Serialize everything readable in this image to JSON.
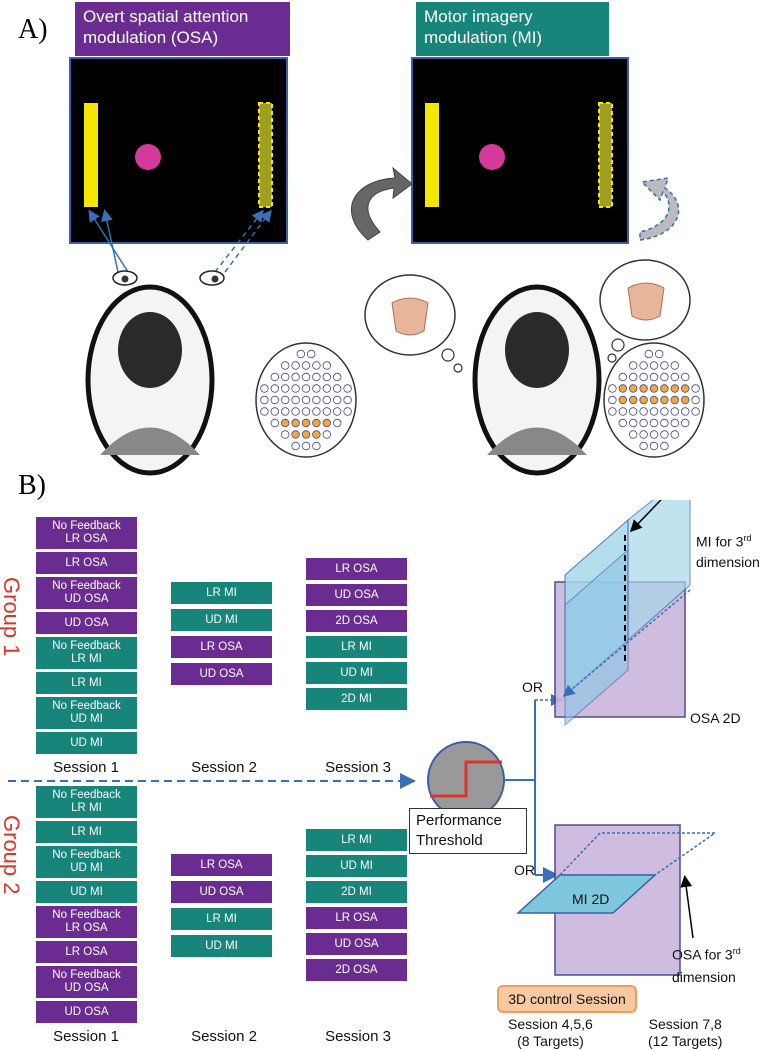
{
  "panel_a": {
    "label": "A)",
    "osa_title": [
      "Overt spatial attention",
      "modulation (OSA)"
    ],
    "mi_title": [
      "Motor imagery",
      "modulation (MI)"
    ]
  },
  "panel_b": {
    "label": "B)",
    "group1_label": "Group 1",
    "group2_label": "Group 2",
    "group1": {
      "session1": [
        {
          "lines": [
            "No Feedback",
            "LR OSA"
          ],
          "color": "purple"
        },
        {
          "lines": [
            "LR OSA"
          ],
          "color": "purple"
        },
        {
          "lines": [
            "No Feedback",
            "UD OSA"
          ],
          "color": "purple"
        },
        {
          "lines": [
            "UD OSA"
          ],
          "color": "purple"
        },
        {
          "lines": [
            "No Feedback",
            "LR MI"
          ],
          "color": "teal"
        },
        {
          "lines": [
            "LR MI"
          ],
          "color": "teal"
        },
        {
          "lines": [
            "No Feedback",
            "UD MI"
          ],
          "color": "teal"
        },
        {
          "lines": [
            "UD MI"
          ],
          "color": "teal"
        }
      ],
      "session2": [
        {
          "lines": [
            "LR MI"
          ],
          "color": "teal"
        },
        {
          "lines": [
            "UD MI"
          ],
          "color": "teal"
        },
        {
          "lines": [
            "LR OSA"
          ],
          "color": "purple"
        },
        {
          "lines": [
            "UD OSA"
          ],
          "color": "purple"
        }
      ],
      "session3": [
        {
          "lines": [
            "LR OSA"
          ],
          "color": "purple"
        },
        {
          "lines": [
            "UD OSA"
          ],
          "color": "purple"
        },
        {
          "lines": [
            "2D OSA"
          ],
          "color": "purple"
        },
        {
          "lines": [
            "LR MI"
          ],
          "color": "teal"
        },
        {
          "lines": [
            "UD MI"
          ],
          "color": "teal"
        },
        {
          "lines": [
            "2D MI"
          ],
          "color": "teal"
        }
      ]
    },
    "group2": {
      "session1": [
        {
          "lines": [
            "No Feedback",
            "LR MI"
          ],
          "color": "teal"
        },
        {
          "lines": [
            "LR MI"
          ],
          "color": "teal"
        },
        {
          "lines": [
            "No Feedback",
            "UD MI"
          ],
          "color": "teal"
        },
        {
          "lines": [
            "UD MI"
          ],
          "color": "teal"
        },
        {
          "lines": [
            "No Feedback",
            "LR OSA"
          ],
          "color": "purple"
        },
        {
          "lines": [
            "LR OSA"
          ],
          "color": "purple"
        },
        {
          "lines": [
            "No Feedback",
            "UD OSA"
          ],
          "color": "purple"
        },
        {
          "lines": [
            "UD OSA"
          ],
          "color": "purple"
        }
      ],
      "session2": [
        {
          "lines": [
            "LR OSA"
          ],
          "color": "purple"
        },
        {
          "lines": [
            "UD OSA"
          ],
          "color": "purple"
        },
        {
          "lines": [
            "LR MI"
          ],
          "color": "teal"
        },
        {
          "lines": [
            "UD MI"
          ],
          "color": "teal"
        }
      ],
      "session3": [
        {
          "lines": [
            "LR MI"
          ],
          "color": "teal"
        },
        {
          "lines": [
            "UD MI"
          ],
          "color": "teal"
        },
        {
          "lines": [
            "2D MI"
          ],
          "color": "teal"
        },
        {
          "lines": [
            "LR OSA"
          ],
          "color": "purple"
        },
        {
          "lines": [
            "UD OSA"
          ],
          "color": "purple"
        },
        {
          "lines": [
            "2D OSA"
          ],
          "color": "purple"
        }
      ]
    },
    "session_labels": [
      "Session 1",
      "Session 2",
      "Session 3"
    ],
    "threshold_label": [
      "Performance",
      "Threshold"
    ],
    "or_label": "OR",
    "mi_3rd": [
      "MI for 3",
      "rd",
      "dimension"
    ],
    "osa_2d": "OSA 2D",
    "mi_2d": "MI 2D",
    "osa_3rd": [
      "OSA for 3",
      "rd",
      "dimension"
    ],
    "control_session": "3D control Session",
    "session_456": [
      "Session 4,5,6",
      "(8 Targets)"
    ],
    "session_78": [
      "Session 7,8",
      "(12 Targets)"
    ]
  },
  "colors": {
    "purple": "#6a2c91",
    "teal": "#17857a",
    "group_red": "#d9362b",
    "target_yellow": "#f5e800",
    "ball_magenta": "#d4399b",
    "control_orange": "#f8c9a0"
  }
}
